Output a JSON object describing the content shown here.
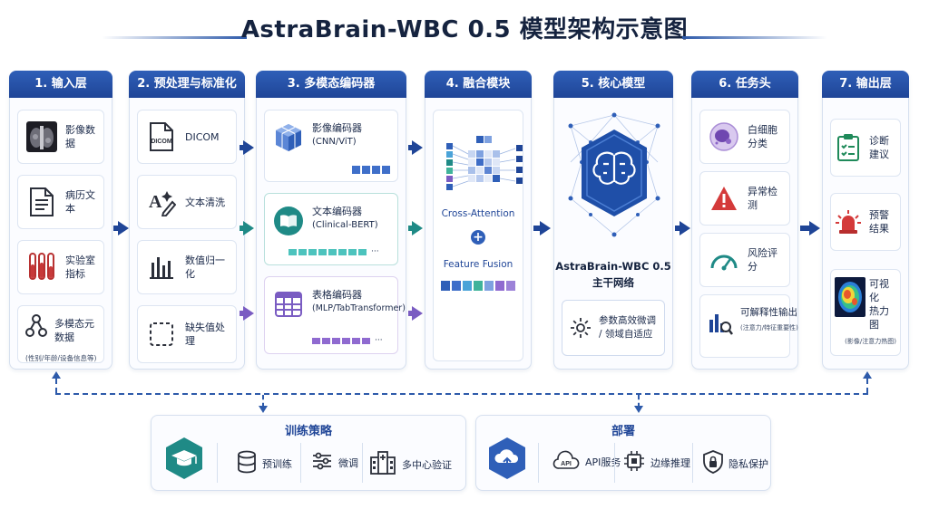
{
  "title": "AstraBrain-WBC 0.5 模型架构示意图",
  "columns": [
    {
      "header": "1. 输入层",
      "items": [
        {
          "label": "影像数据",
          "icon": "ct-scan-icon"
        },
        {
          "label": "病历文本",
          "icon": "document-icon"
        },
        {
          "label": "实验室指标",
          "icon": "test-tubes-icon"
        },
        {
          "label": "多模态元数据",
          "sub": "(性别/年龄/设备信息等)",
          "icon": "network-nodes-icon"
        }
      ]
    },
    {
      "header": "2. 预处理与标准化",
      "items": [
        {
          "label": "DICOM",
          "icon": "dicom-file-icon",
          "icon_text": "DICOM"
        },
        {
          "label": "文本清洗",
          "icon": "text-edit-icon"
        },
        {
          "label": "数值归一化",
          "icon": "bar-normalize-icon"
        },
        {
          "label": "缺失值处理",
          "icon": "missing-value-icon"
        }
      ]
    },
    {
      "header": "3. 多模态编码器",
      "items": [
        {
          "label": "影像编码器",
          "sub": "(CNN/ViT)",
          "icon": "cube-icon"
        },
        {
          "label": "文本编码器",
          "sub": "(Clinical-BERT)",
          "icon": "book-icon"
        },
        {
          "label": "表格编码器",
          "sub": "(MLP/TabTransformer)",
          "icon": "table-icon"
        }
      ]
    },
    {
      "header": "4. 融合模块",
      "cross_attention": "Cross-Attention",
      "feature_fusion": "Feature Fusion"
    },
    {
      "header": "5. 核心模型",
      "model_name": "AstraBrain-WBC 0.5",
      "model_sub": "主干网络",
      "tuning_line1": "参数高效微调",
      "tuning_line2": "/ 领域自适应"
    },
    {
      "header": "6. 任务头",
      "items": [
        {
          "label": "白细胞分类",
          "icon": "cell-icon"
        },
        {
          "label": "异常检测",
          "icon": "warning-icon"
        },
        {
          "label": "风险评分",
          "icon": "gauge-icon"
        },
        {
          "label": "可解释性输出",
          "sub": "(注意力/特征重要性)",
          "icon": "chart-magnify-icon"
        }
      ]
    },
    {
      "header": "7. 输出层",
      "items": [
        {
          "label": "诊断建议",
          "icon": "clipboard-check-icon"
        },
        {
          "label": "预警结果",
          "icon": "alarm-icon"
        },
        {
          "label": "可视化",
          "label2": "热力图",
          "sub": "(影像/注意力热图)",
          "icon": "heatmap-icon"
        }
      ]
    }
  ],
  "training": {
    "title": "训练策略",
    "items": [
      {
        "label": "预训练",
        "icon": "database-icon"
      },
      {
        "label": "微调",
        "icon": "sliders-icon"
      },
      {
        "label": "多中心验证",
        "icon": "hospital-icon"
      }
    ]
  },
  "deployment": {
    "title": "部署",
    "items": [
      {
        "label": "API服务",
        "icon": "api-icon",
        "icon_text": "API"
      },
      {
        "label": "边缘推理",
        "icon": "chip-icon"
      },
      {
        "label": "隐私保护",
        "icon": "shield-lock-icon"
      }
    ]
  },
  "colors": {
    "primary": "#1f4597",
    "teal": "#1f8a86",
    "purple": "#7a5cc2",
    "red": "#d43a3a",
    "green": "#1f8a5a"
  }
}
